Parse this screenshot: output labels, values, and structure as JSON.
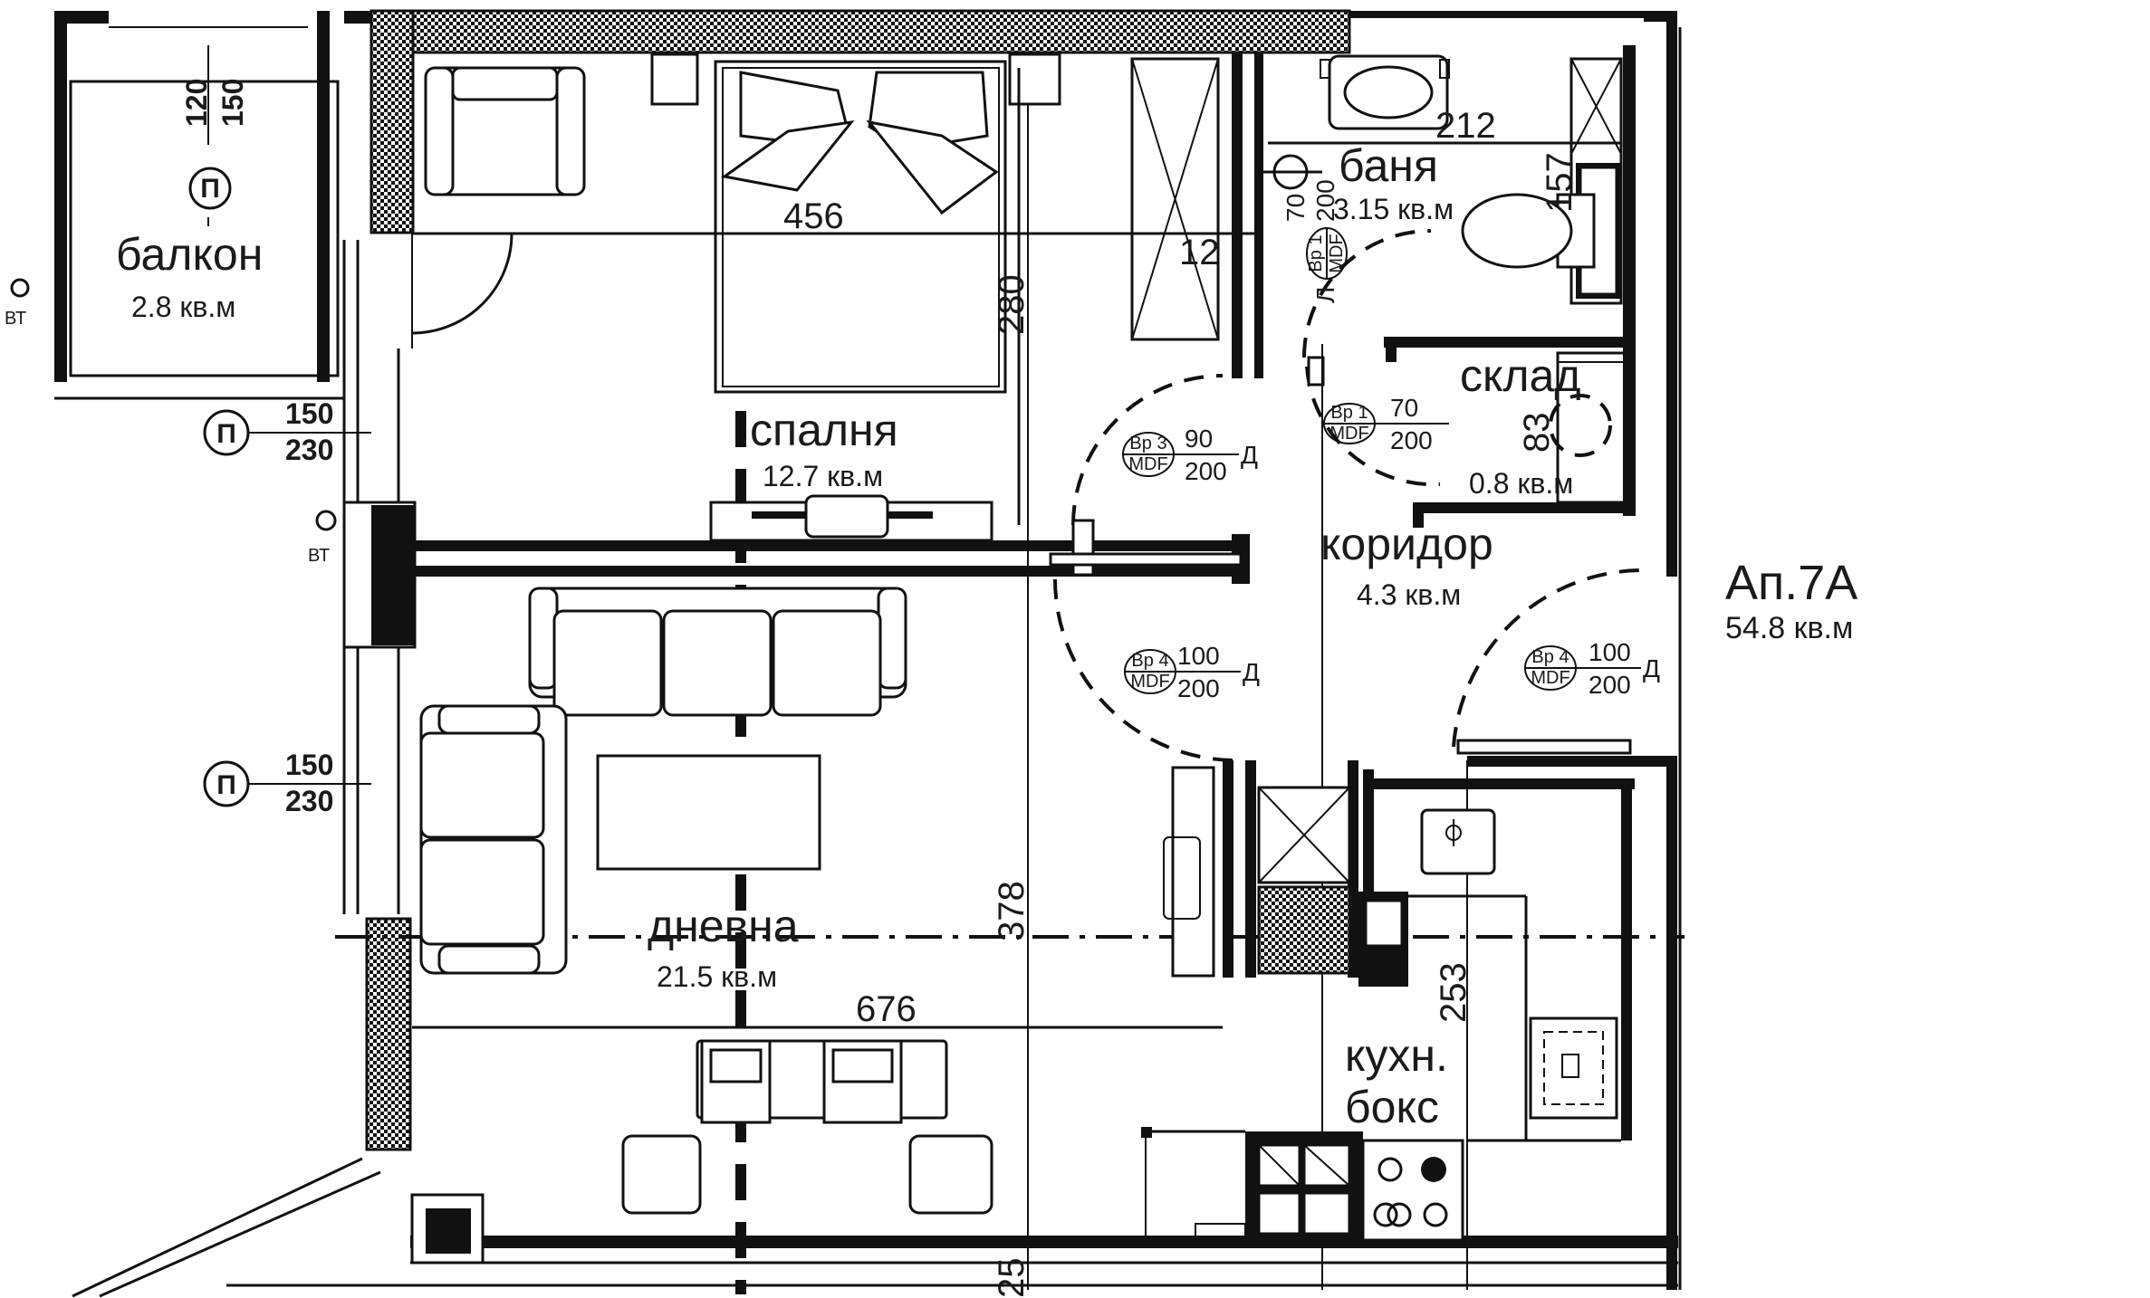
{
  "apartment": {
    "name": "Ап.7А",
    "area": "54.8 кв.м"
  },
  "rooms": {
    "balcony": {
      "name": "балкон",
      "area": "2.8 кв.м"
    },
    "bedroom": {
      "name": "спалня",
      "area": "12.7 кв.м"
    },
    "bathroom": {
      "name": "баня",
      "area": "3.15 кв.м"
    },
    "storage": {
      "name": "склад",
      "area": "0.8 кв.м"
    },
    "corridor": {
      "name": "коридор",
      "area": "4.3 кв.м"
    },
    "living": {
      "name": "дневна",
      "area": "21.5 кв.м"
    },
    "kitchen": {
      "name_line1": "кухн.",
      "name_line2": "бокс"
    }
  },
  "dimensions": {
    "bedroom_width": "456",
    "bedroom_depth": "280",
    "bathroom_width": "212",
    "bathroom_depth": "157",
    "bath_door_gap": "12",
    "storage_depth": "83",
    "living_width": "676",
    "living_depth": "378",
    "kitchen_depth": "253",
    "bottom_edge": "25"
  },
  "windows": [
    {
      "mark": "П",
      "w": "120",
      "h": "150"
    },
    {
      "mark": "П",
      "w": "150",
      "h": "230"
    },
    {
      "mark": "П",
      "w": "150",
      "h": "230"
    }
  ],
  "doors": [
    {
      "code": "Вр 3",
      "material": "MDF",
      "w": "90",
      "h": "200",
      "hand": "Д"
    },
    {
      "code": "Вр 1",
      "material": "MDF",
      "w": "70",
      "h": "200",
      "hand": "Л"
    },
    {
      "code": "Вр 1",
      "material": "MDF",
      "w": "70",
      "h": "200"
    },
    {
      "code": "Вр 4",
      "material": "MDF",
      "w": "100",
      "h": "200",
      "hand": "Д"
    },
    {
      "code": "Вр 4",
      "material": "MDF",
      "w": "100",
      "h": "200",
      "hand": "Д"
    }
  ],
  "vent_labels": [
    "ВТ",
    "ВТ"
  ]
}
